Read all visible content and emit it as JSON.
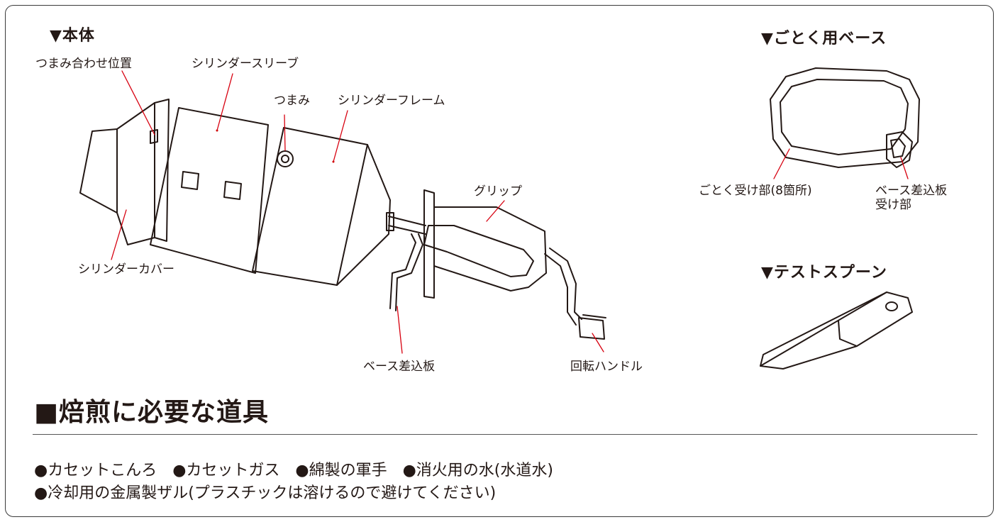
{
  "headings": {
    "body": "▼本体",
    "gotoku_base": "▼ごとく用ベース",
    "test_spoon": "▼テストスプーン"
  },
  "labels": {
    "knob_position": "つまみ合わせ位置",
    "cylinder_sleeve": "シリンダースリーブ",
    "knob": "つまみ",
    "cylinder_frame": "シリンダーフレーム",
    "grip": "グリップ",
    "cylinder_cover": "シリンダーカバー",
    "base_insert_plate": "ベース差込板",
    "rotary_handle": "回転ハンドル",
    "gotoku_receiver": "ごとく受け部(8箇所)",
    "base_plate_receiver_line1": "ベース差込板",
    "base_plate_receiver_line2": "受け部"
  },
  "section": {
    "title": "■焙煎に必要な道具",
    "line1": "●カセットこんろ　●カセットガス　●綿製の軍手　●消火用の水(水道水)",
    "line2": "●冷却用の金属製ザル(プラスチックは溶けるので避けてください)"
  }
}
